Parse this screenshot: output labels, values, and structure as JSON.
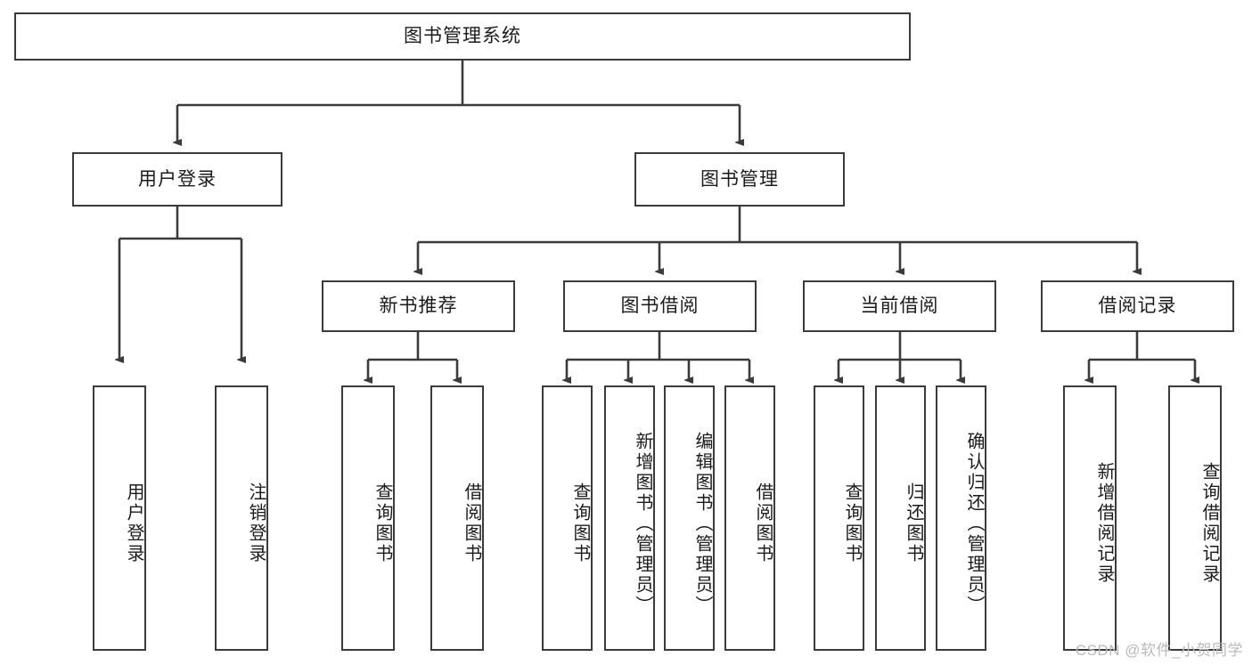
{
  "diagram": {
    "title": "图书管理系统",
    "type": "hierarchy-tree",
    "watermark": "CSDN @软件_小贺同学",
    "colors": {
      "node_border": "#3b3b3b",
      "node_fill": "#ffffff",
      "link": "#3b3b3b",
      "text": "#1b1b1b",
      "watermark": "#b9b9b9"
    },
    "root": {
      "label": "图书管理系统"
    },
    "level2": [
      {
        "label": "用户登录"
      },
      {
        "label": "图书管理"
      }
    ],
    "level3": [
      {
        "label": "新书推荐"
      },
      {
        "label": "图书借阅"
      },
      {
        "label": "当前借阅"
      },
      {
        "label": "借阅记录"
      }
    ],
    "leaves": {
      "user_login": [
        {
          "label": "用户登录"
        },
        {
          "label": "注销登录"
        }
      ],
      "new_book_recommend": [
        {
          "label": "查询图书"
        },
        {
          "label": "借阅图书"
        }
      ],
      "book_borrow": [
        {
          "label": "查询图书"
        },
        {
          "label": "新增图书（管理员）"
        },
        {
          "label": "编辑图书（管理员）"
        },
        {
          "label": "借阅图书"
        }
      ],
      "current_borrow": [
        {
          "label": "查询图书"
        },
        {
          "label": "归还图书"
        },
        {
          "label": "确认归还（管理员）"
        }
      ],
      "borrow_records": [
        {
          "label": "新增借阅记录"
        },
        {
          "label": "查询借阅记录"
        }
      ]
    }
  }
}
